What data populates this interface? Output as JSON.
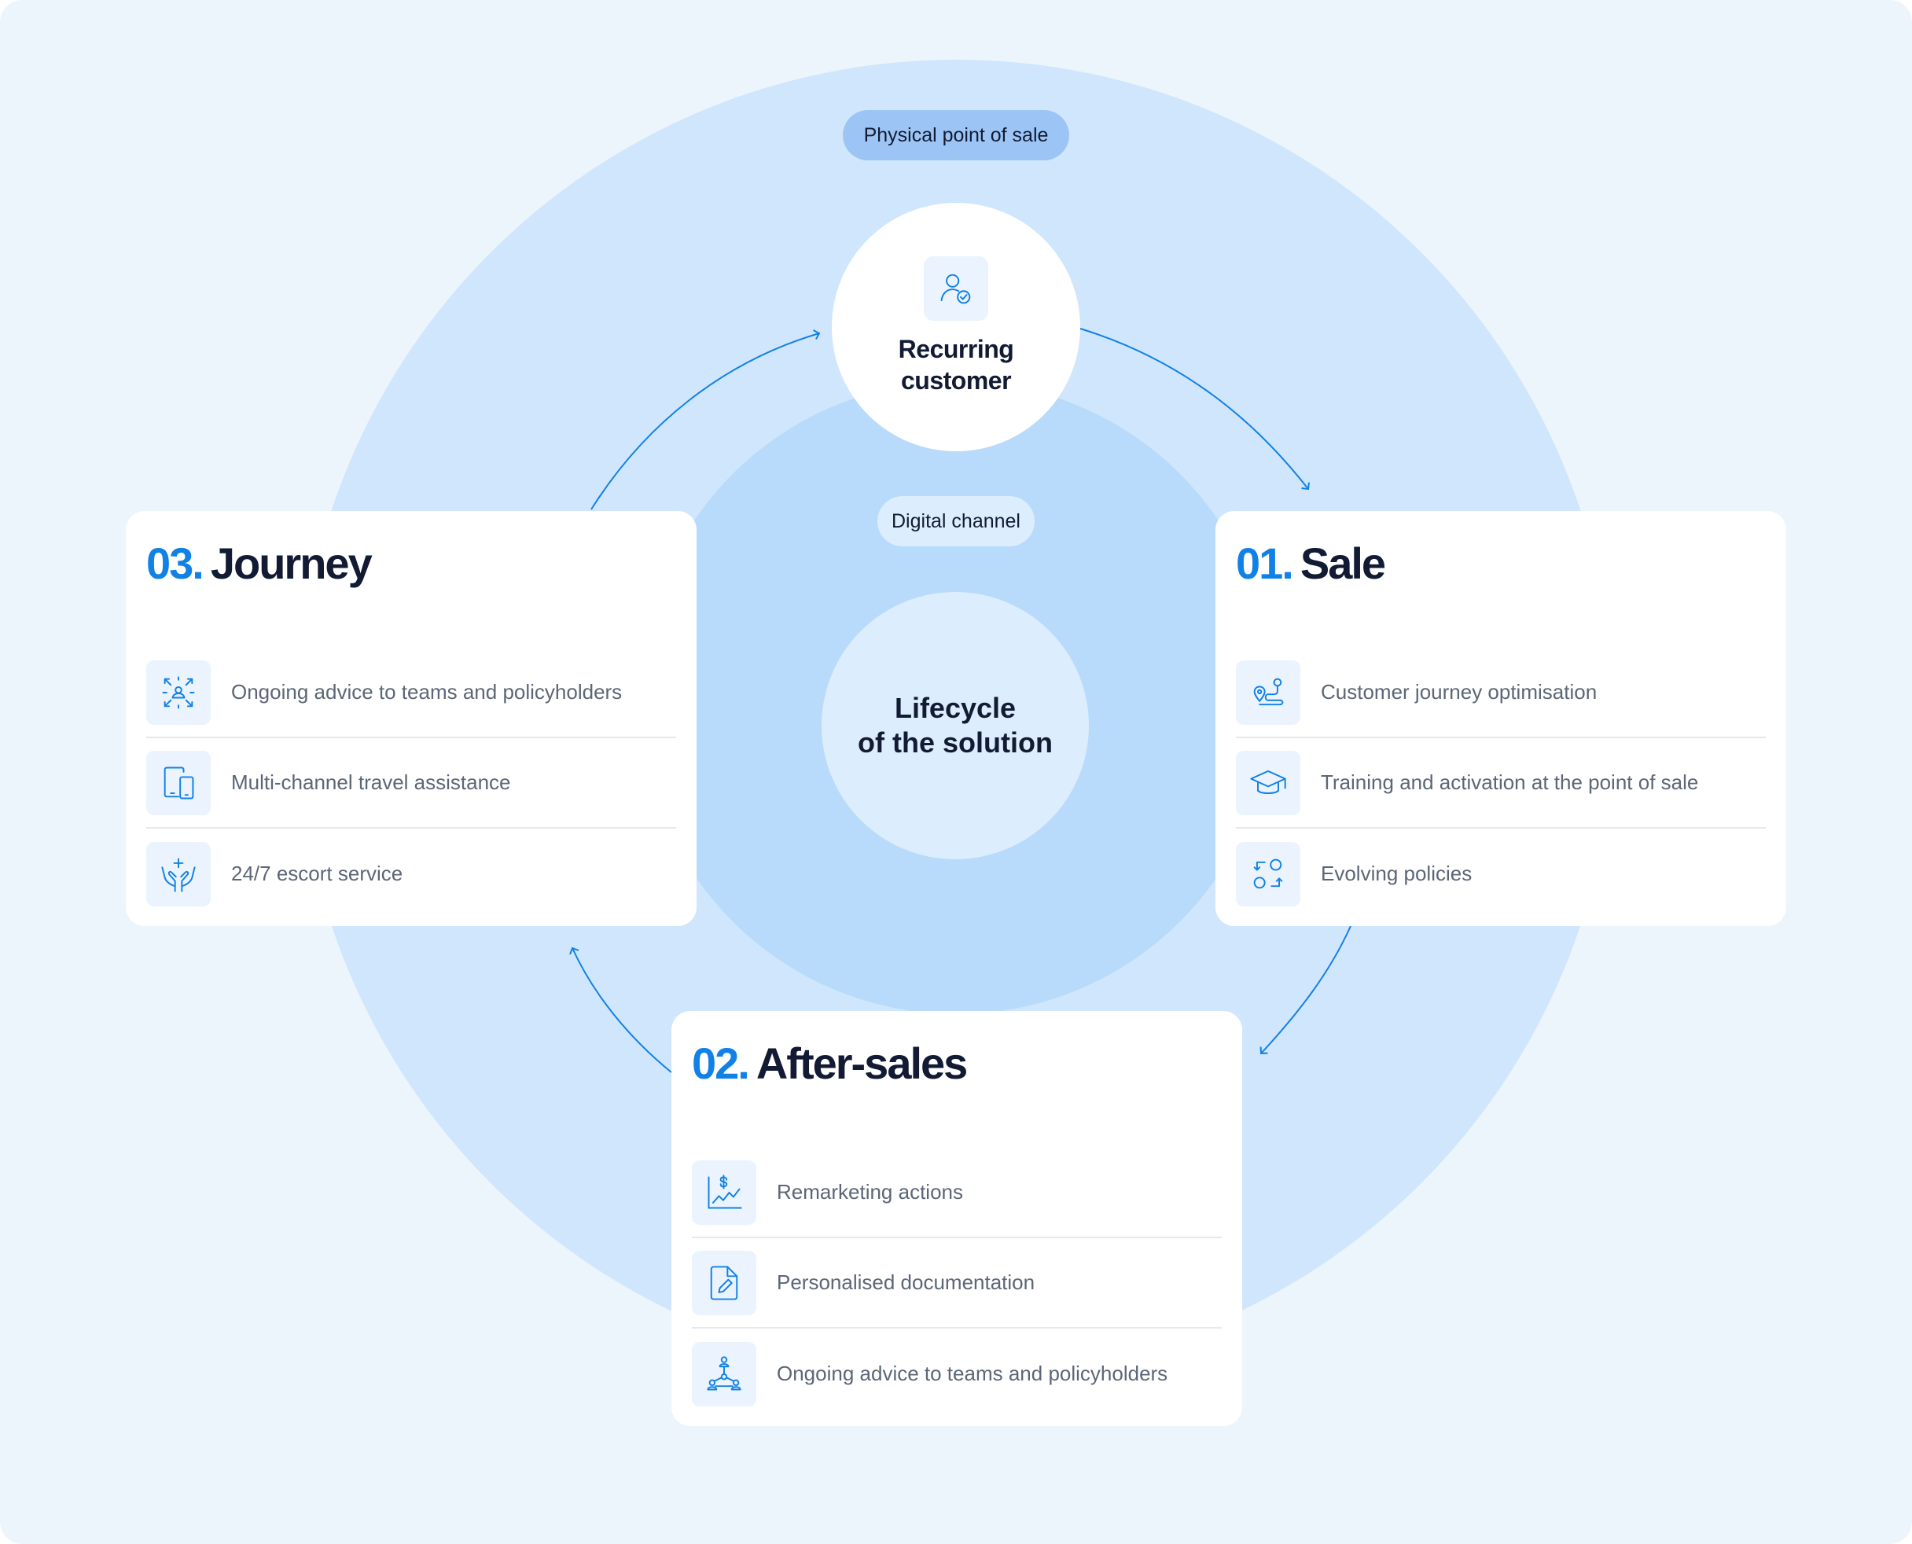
{
  "rings": {
    "outer_label": "Physical point of sale",
    "inner_label": "Digital channel"
  },
  "center": {
    "title": "Lifecycle\nof the solution"
  },
  "top_node": {
    "icon": "user-check-icon",
    "title": "Recurring\ncustomer"
  },
  "cards": {
    "sale": {
      "number": "01.",
      "title": "Sale",
      "items": [
        {
          "icon": "route-icon",
          "label": "Customer journey optimisation"
        },
        {
          "icon": "graduation-cap-icon",
          "label": "Training and activation at the point of sale"
        },
        {
          "icon": "shapes-exchange-icon",
          "label": "Evolving policies"
        }
      ]
    },
    "aftersales": {
      "number": "02.",
      "title": "After-sales",
      "items": [
        {
          "icon": "chart-dollar-icon",
          "label": "Remarketing actions"
        },
        {
          "icon": "document-edit-icon",
          "label": "Personalised documentation"
        },
        {
          "icon": "network-people-icon",
          "label": "Ongoing advice to teams and policyholders"
        }
      ]
    },
    "journey": {
      "number": "03.",
      "title": "Journey",
      "items": [
        {
          "icon": "focus-user-icon",
          "label": "Ongoing advice to teams and policyholders"
        },
        {
          "icon": "devices-icon",
          "label": "Multi-channel travel assistance"
        },
        {
          "icon": "hands-care-icon",
          "label": "24/7 escort service"
        }
      ]
    }
  },
  "colors": {
    "accent": "#1181e6",
    "text_dark": "#121b33",
    "text_muted": "#5c6676",
    "background": "#ecf4fc",
    "outer_ring": "#d0e6fc",
    "inner_ring": "#b8dbfb",
    "pill_physical": "#9cc5f5"
  }
}
